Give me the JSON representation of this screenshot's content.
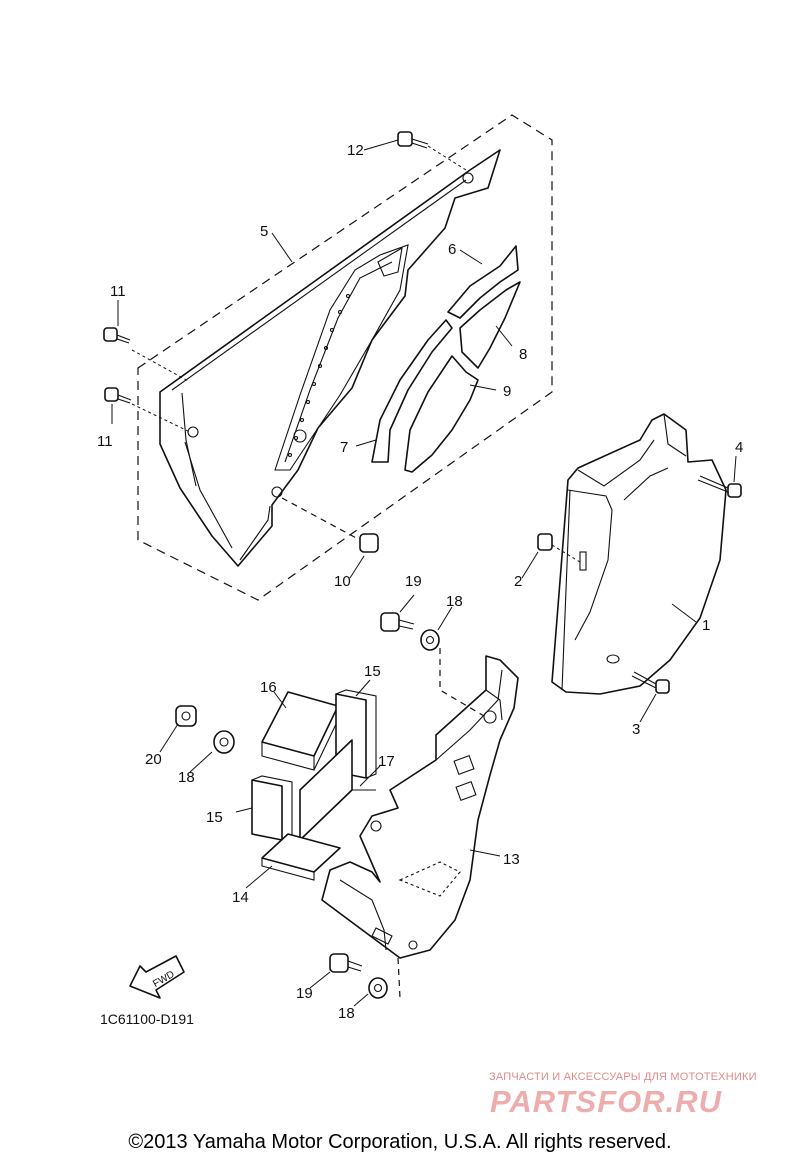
{
  "colors": {
    "line": "#111111",
    "watermark": "#d94a4a"
  },
  "callouts": {
    "c1": "1",
    "c2": "2",
    "c3": "3",
    "c4": "4",
    "c5": "5",
    "c6": "6",
    "c7": "7",
    "c8": "8",
    "c9": "9",
    "c10": "10",
    "c11a": "11",
    "c11b": "11",
    "c12": "12",
    "c13": "13",
    "c14": "14",
    "c15a": "15",
    "c15b": "15",
    "c16": "16",
    "c17": "17",
    "c18a": "18",
    "c18b": "18",
    "c18c": "18",
    "c19a": "19",
    "c19b": "19",
    "c20": "20"
  },
  "fwd_label": "FWD",
  "diagram_code": "1C61100-D191",
  "watermark": {
    "tagline": "ЗАПЧАСТИ И АКСЕССУАРЫ ДЛЯ МОТОТЕХНИКИ",
    "brand": "PARTSFOR.RU"
  },
  "copyright": "©2013 Yamaha Motor Corporation, U.S.A. All rights reserved."
}
